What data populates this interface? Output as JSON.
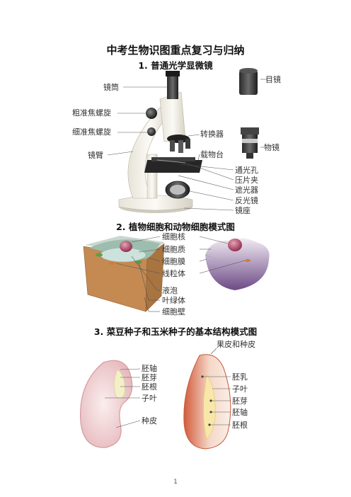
{
  "title": "中考生物识图重点复习与归纳",
  "sections": [
    {
      "heading": "1. 普通光学显微镜",
      "labels": {
        "tube": "镜筒",
        "coarse": "粗准焦螺旋",
        "fine": "细准焦螺旋",
        "arm": "镜臂",
        "eyepiece": "目镜",
        "converter": "转换器",
        "objective": "物镜",
        "stage": "载物台",
        "hole": "通光孔",
        "clip": "压片夹",
        "diaphragm": "遮光器",
        "mirror": "反光镜",
        "base": "镜座"
      }
    },
    {
      "heading": "2. 植物细胞和动物细胞模式图",
      "labels": {
        "nucleus": "细胞核",
        "cytoplasm": "细胞质",
        "membrane": "细胞膜",
        "mitochondria": "线粒体",
        "vacuole": "液泡",
        "chloroplast": "叶绿体",
        "wall": "细胞壁"
      }
    },
    {
      "heading": "3. 菜豆种子和玉米种子的基本结构模式图",
      "labels": {
        "bean_axis": "胚轴",
        "bean_bud": "胚芽",
        "bean_root": "胚根",
        "bean_cotyledon": "子叶",
        "bean_coat": "种皮",
        "corn_coat": "果皮和种皮",
        "corn_endosperm": "胚乳",
        "corn_cotyledon": "子叶",
        "corn_bud": "胚芽",
        "corn_axis": "胚轴",
        "corn_root": "胚根"
      }
    }
  ],
  "page_number": "1"
}
